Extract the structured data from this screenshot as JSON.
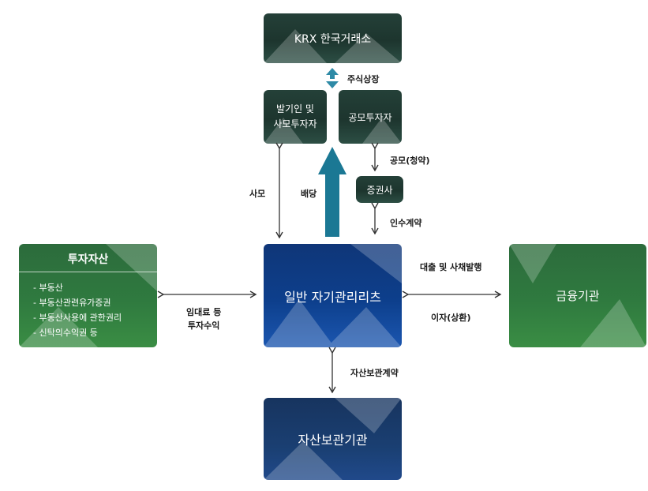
{
  "nodes": {
    "krx": "KRX 한국거래소",
    "issuer_line1": "발기인 및",
    "issuer_line2": "사모투자자",
    "public_investors": "공모투자자",
    "broker": "증권사",
    "main": "일반 자기관리리츠",
    "custodian": "자산보관기관",
    "financial": "금융기관",
    "assets": {
      "title": "투자자산",
      "items": [
        "- 부동산",
        "- 부동산관련유가증권",
        "- 부동산사용에 관한권리",
        "- 신탁의수익권 등"
      ]
    }
  },
  "edges": {
    "listing": "주식상장",
    "public_offering": "공모(청약)",
    "underwriting": "인수계약",
    "private_placement": "사모",
    "dividend": "배당",
    "loan": "대출 및 사채발행",
    "interest": "이자(상환)",
    "lease_line1": "임대료 등",
    "lease_line2": "투자수익",
    "custody": "자산보관계약"
  },
  "colors": {
    "arrow_accent": "#2e8aa6",
    "dividend_arrow": "#1b7894",
    "line": "#333333"
  }
}
